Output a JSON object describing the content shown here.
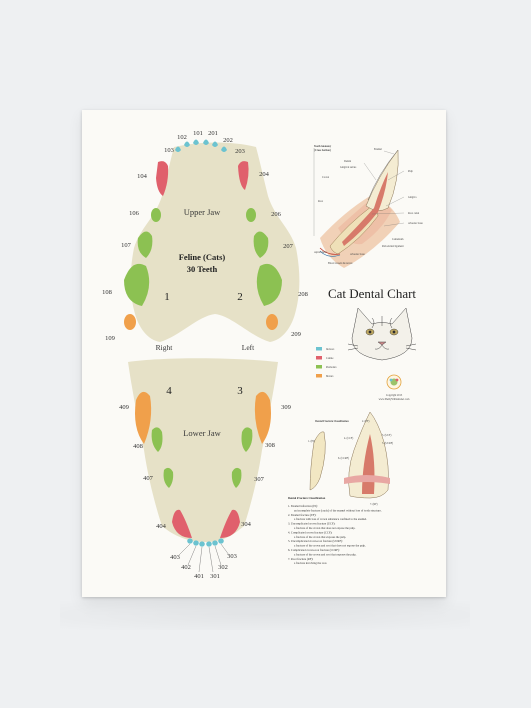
{
  "poster": {
    "title": "Cat Dental Chart",
    "upper_jaw_label": "Upper Jaw",
    "lower_jaw_label": "Lower Jaw",
    "species_label": "Feline (Cats)",
    "teeth_count_label": "30 Teeth",
    "side_right": "Right",
    "side_left": "Left",
    "quadrants": [
      "1",
      "2",
      "3",
      "4"
    ],
    "upper_numbers": [
      "101",
      "102",
      "103",
      "104",
      "106",
      "107",
      "108",
      "109",
      "201",
      "202",
      "203",
      "204",
      "206",
      "207",
      "208",
      "209"
    ],
    "lower_numbers": [
      "301",
      "302",
      "303",
      "304",
      "307",
      "308",
      "309",
      "401",
      "402",
      "403",
      "404",
      "407",
      "408",
      "409"
    ],
    "tooth_anatomy": {
      "title": "Tooth Anatomy",
      "subtitle": "(Cross Section)",
      "labels": [
        "Enamel",
        "Dentin",
        "Gingival sulcus",
        "Pulp",
        "Gingiva",
        "Root canal",
        "Alveolar bone",
        "Cementum",
        "Periodontal ligament",
        "Apical delta",
        "Alveolar bone",
        "Blood vessels & nerves",
        "Crown",
        "Root"
      ]
    },
    "legend": [
      {
        "label": "Incisors",
        "color": "#6cc3d0"
      },
      {
        "label": "Canine",
        "color": "#e0606c"
      },
      {
        "label": "Premolars",
        "color": "#8cc152"
      },
      {
        "label": "Molars",
        "color": "#f0a04b"
      }
    ],
    "copyright": "Copyright 2015",
    "website": "www.ShellyWilliamsArt.com",
    "fracture_chart": {
      "title": "Dental Fracture Classification",
      "labels": [
        "1. (EI)",
        "2. (EF)",
        "3. (UCF)",
        "4. (CCF)",
        "5. (UCRF)",
        "6. (CCRF)",
        "7. (RF)"
      ]
    },
    "classification": {
      "title": "Dental Fracture Classification",
      "items": [
        "1. Enamel infraction (EI):",
        "an incomplete fracture (crack) of the enamel without loss of tooth structure.",
        "2. Enamel fracture (EF):",
        "a fracture with loss of crown substance confined to the enamel.",
        "3. Uncomplicated crown fracture (UCF):",
        "a fracture of the crown that does not expose the pulp.",
        "4. Complicated crown fracture (CCF):",
        "a fracture of the crown that exposes the pulp.",
        "5. Uncomplicated crown-root fracture (UCRF):",
        "a fracture of the crown and root that does not expose the pulp.",
        "6. Complicated crown-root fracture (CCRF):",
        "a fracture of the crown and root that exposes the pulp.",
        "7. Root fracture (RF):",
        "a fracture involving the root."
      ]
    }
  }
}
